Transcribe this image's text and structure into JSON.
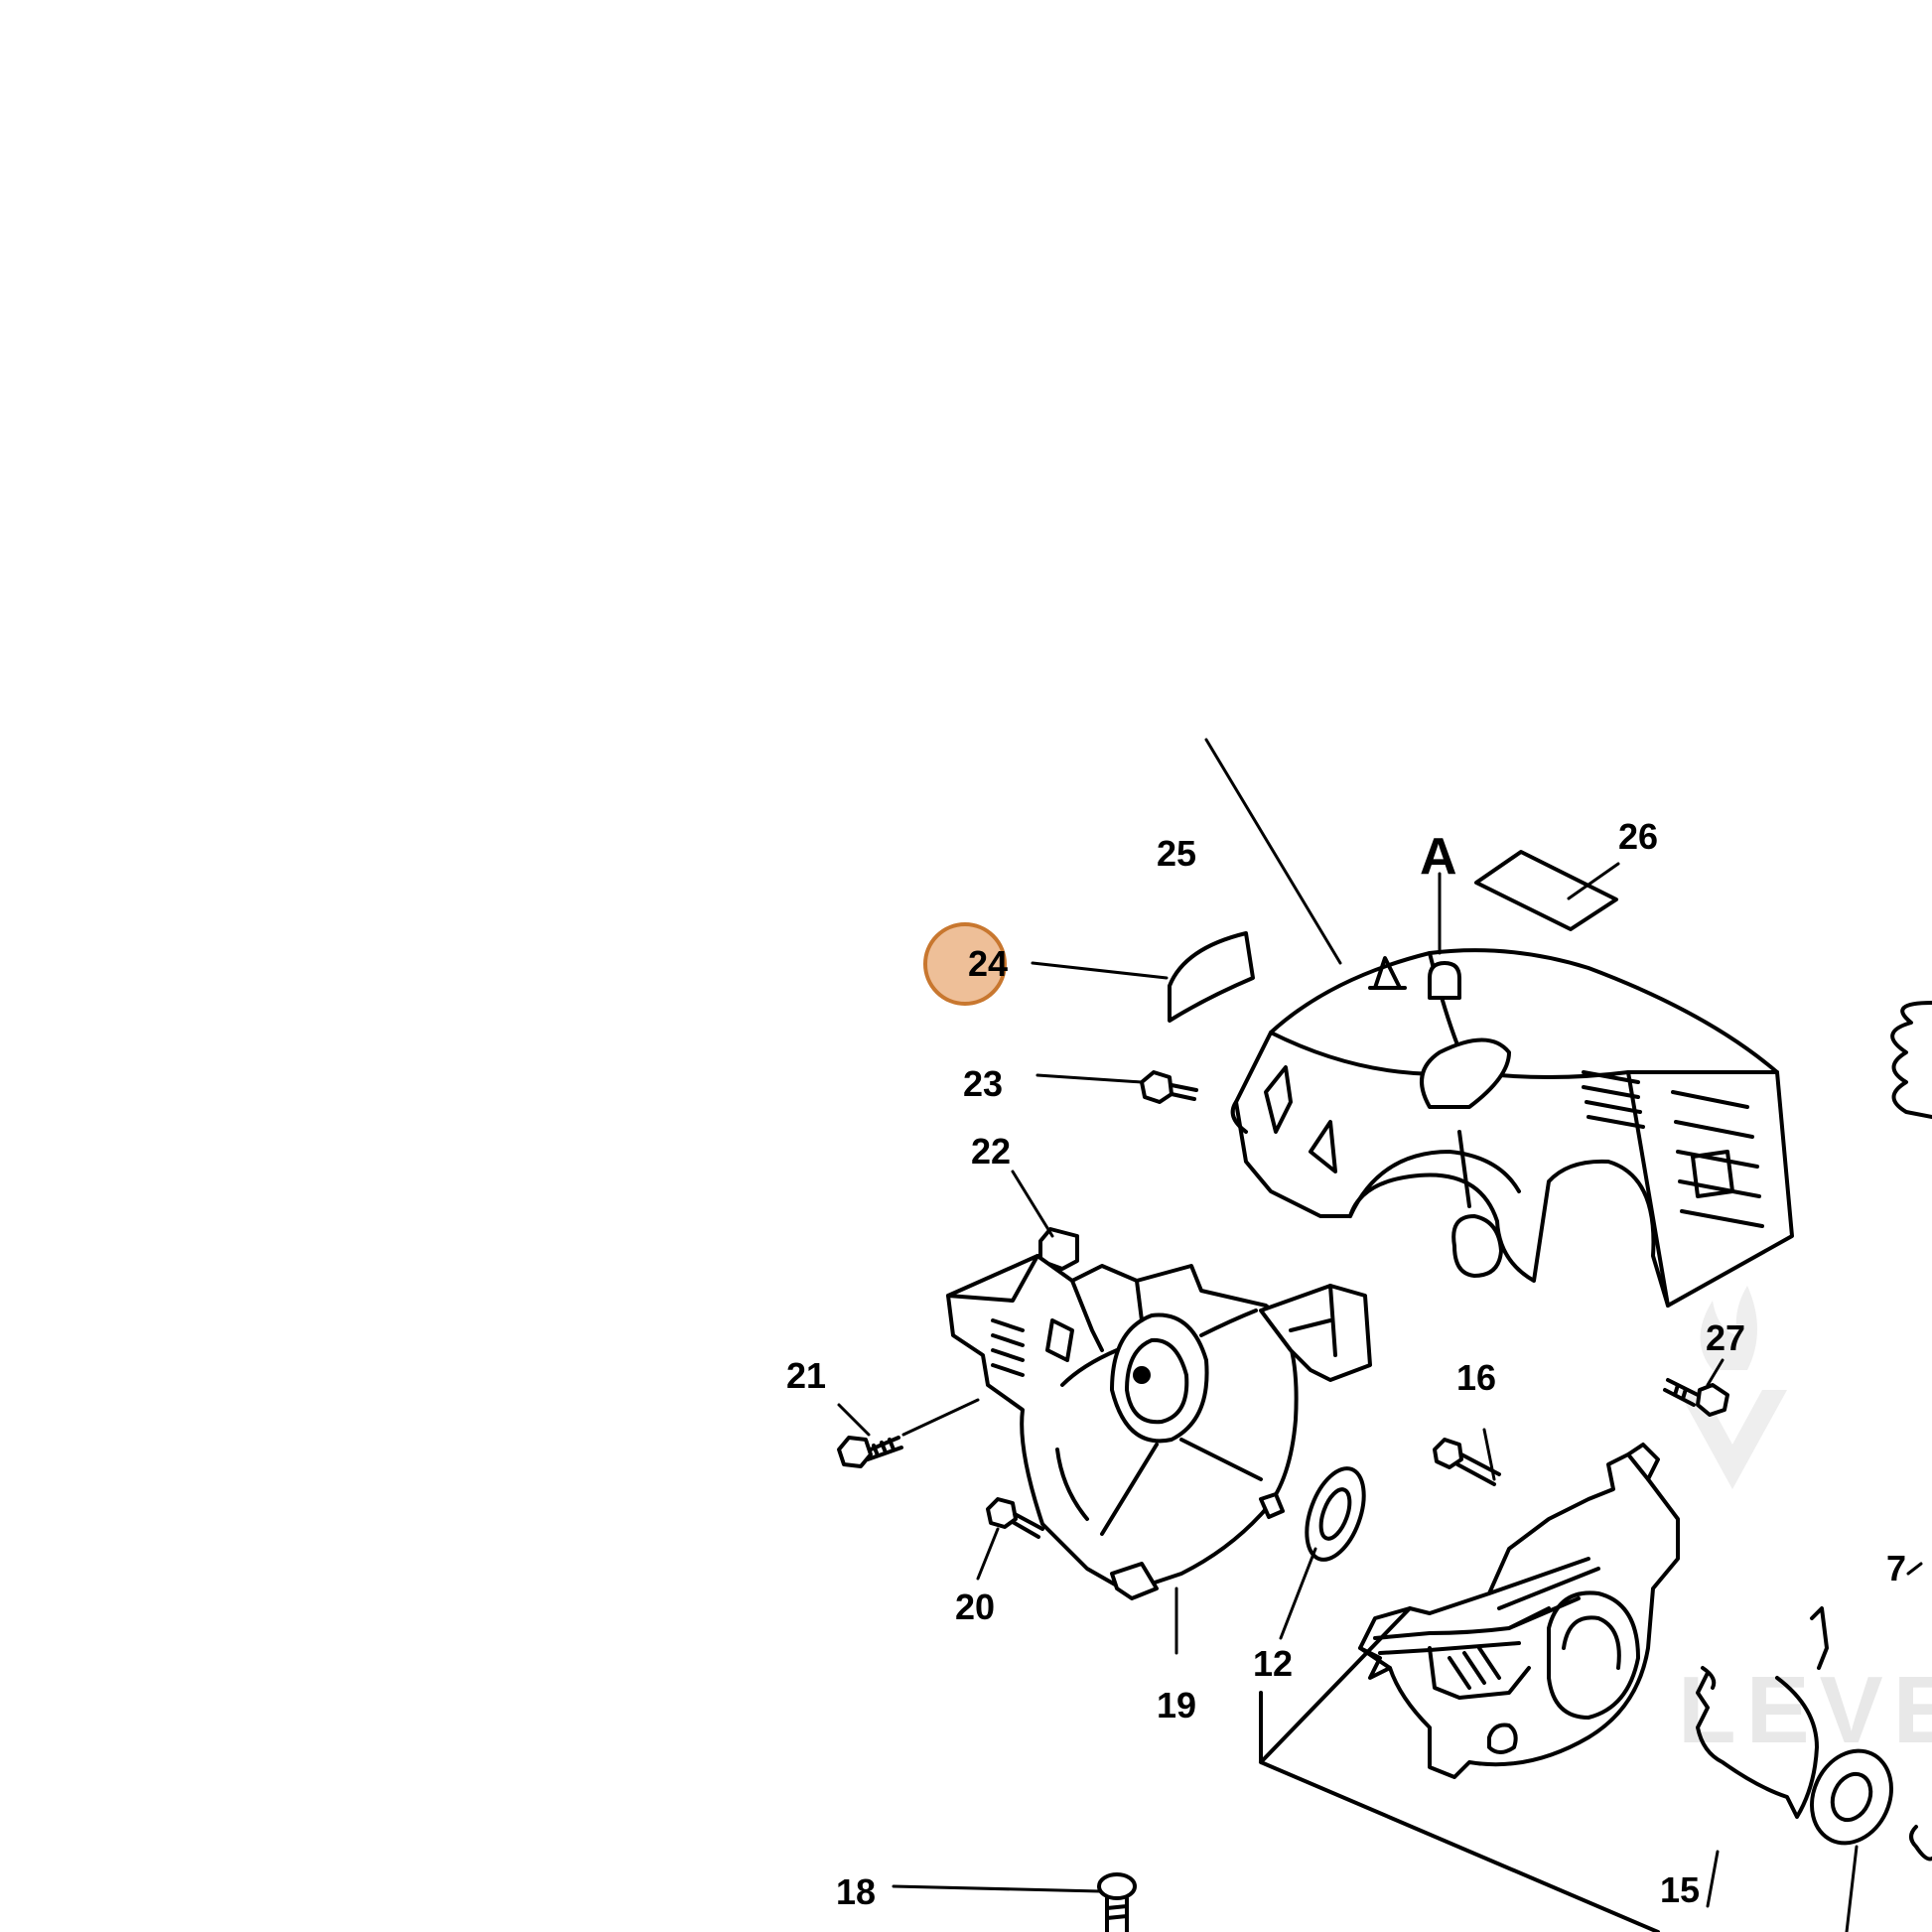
{
  "diagram": {
    "view_label": "A",
    "watermark": "LEVENTU",
    "highlight": {
      "part": "24",
      "fill": "#eebf98",
      "stroke": "#c8772f"
    },
    "parts": [
      {
        "id": "p7",
        "label": "7"
      },
      {
        "id": "p12",
        "label": "12"
      },
      {
        "id": "p15",
        "label": "15"
      },
      {
        "id": "p16",
        "label": "16"
      },
      {
        "id": "p18",
        "label": "18"
      },
      {
        "id": "p19",
        "label": "19"
      },
      {
        "id": "p20",
        "label": "20"
      },
      {
        "id": "p21",
        "label": "21"
      },
      {
        "id": "p22",
        "label": "22"
      },
      {
        "id": "p23",
        "label": "23"
      },
      {
        "id": "p24",
        "label": "24"
      },
      {
        "id": "p25",
        "label": "25"
      },
      {
        "id": "p26",
        "label": "26"
      },
      {
        "id": "p27",
        "label": "27"
      }
    ]
  }
}
